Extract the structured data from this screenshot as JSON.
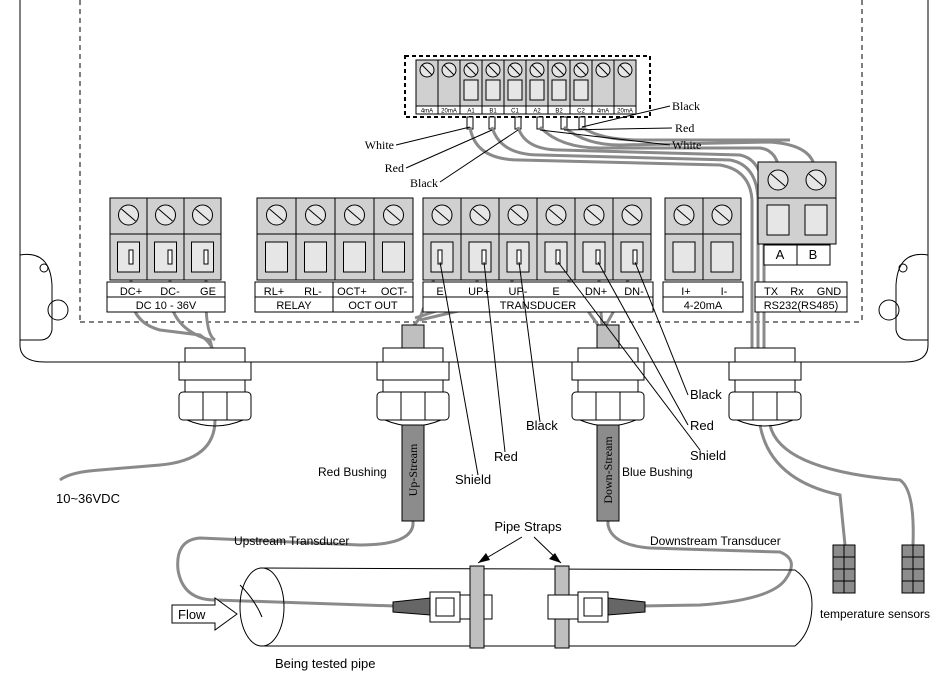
{
  "terminal_top": {
    "labels": [
      "4mA",
      "20mA",
      "A1",
      "B1",
      "C1",
      "A2",
      "B2",
      "C2",
      "4mA",
      "20mA"
    ]
  },
  "wire_colors_top_left": [
    "White",
    "Red",
    "Black"
  ],
  "wire_colors_top_right": [
    "Black",
    "Red",
    "White"
  ],
  "rs485": {
    "a": "A",
    "b": "B"
  },
  "groups": {
    "dc": {
      "pins": [
        "DC+",
        "DC-",
        "GE"
      ],
      "name": "DC 10 - 36V"
    },
    "relay": {
      "pins": [
        "RL+",
        "RL-"
      ],
      "name": "RELAY"
    },
    "oct": {
      "pins": [
        "OCT+",
        "OCT-"
      ],
      "name": "OCT OUT"
    },
    "transducer": {
      "pins": [
        "E",
        "UP+",
        "UP-",
        "E",
        "DN+",
        "DN-"
      ],
      "name": "TRANSDUCER"
    },
    "current": {
      "pins": [
        "I+",
        "I-"
      ],
      "name": "4-20mA"
    },
    "serial": {
      "pins": [
        "TX",
        "Rx",
        "GND"
      ],
      "name": "RS232(RS485)"
    }
  },
  "left_wire_labels": [
    "Shield",
    "Red",
    "Black"
  ],
  "right_wire_labels": [
    "Black",
    "Red",
    "Shield"
  ],
  "bushings": {
    "red": "Red Bushing",
    "blue": "Blue Bushing"
  },
  "cables": {
    "upstream": "Up-Stream",
    "downstream": "Down-Stream"
  },
  "power_label": "10~36VDC",
  "pipe_straps_label": "Pipe Straps",
  "upstream_transducer": "Upstream Transducer",
  "downstream_transducer": "Downstream Transducer",
  "flow_label": "Flow",
  "pipe_label": "Being tested pipe",
  "temp_sensors_label": "temperature sensors"
}
